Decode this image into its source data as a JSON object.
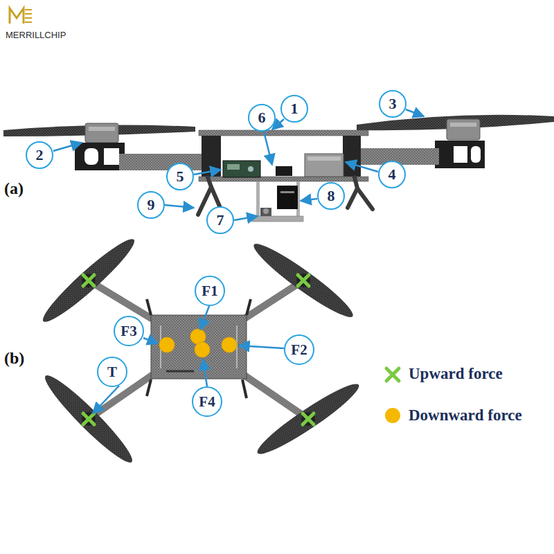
{
  "diagram": {
    "nodes": [
      {
        "text": [
          "1"
        ]
      },
      {
        "text": [
          "3"
        ]
      },
      {
        "text": [
          "6"
        ]
      },
      {
        "text": [
          "2"
        ]
      },
      {
        "text": [
          "5"
        ]
      },
      {
        "text": [
          "4"
        ]
      },
      {
        "text": [
          "8"
        ]
      },
      {
        "text": [
          "9"
        ]
      },
      {
        "text": [
          "7"
        ]
      },
      {
        "text": [
          "F1"
        ]
      },
      {
        "text": [
          "F3"
        ]
      },
      {
        "text": [
          "F2"
        ]
      },
      {
        "text": [
          "T"
        ]
      },
      {
        "text": [
          "F4"
        ]
      }
    ],
    "labels": [
      "MERRILLCHIP",
      "(a)",
      "(b)"
    ],
    "legend": [
      {
        "text": "Upward force"
      },
      {
        "text": "Downward force",
        "color": "#f5b800"
      }
    ]
  }
}
